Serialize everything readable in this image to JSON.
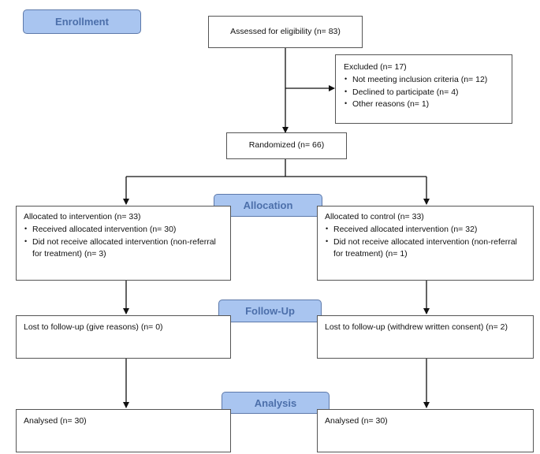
{
  "stages": {
    "enrollment": "Enrollment",
    "allocation": "Allocation",
    "follow_up": "Follow-Up",
    "analysis": "Analysis"
  },
  "assessed": "Assessed for eligibility (n= 83)",
  "excluded": {
    "title": "Excluded (n= 17)",
    "items": [
      "Not meeting inclusion criteria (n= 12)",
      "Declined to participate (n= 4)",
      "Other reasons (n= 1)"
    ]
  },
  "randomized": "Randomized (n= 66)",
  "intervention": {
    "allocated": "Allocated to intervention (n= 33)",
    "items": [
      "Received allocated intervention (n= 30)",
      "Did not receive allocated intervention (non-referral for treatment) (n= 3)"
    ],
    "follow_up": "Lost to follow-up (give reasons) (n= 0)",
    "analysed": "Analysed (n= 30)"
  },
  "control": {
    "allocated": "Allocated to control (n= 33)",
    "items": [
      "Received allocated intervention (n=  32)",
      "Did not receive allocated intervention (non-referral for treatment) (n= 1)"
    ],
    "follow_up": "Lost to follow-up (withdrew written consent) (n= 2)",
    "analysed": "Analysed (n= 30)"
  },
  "colors": {
    "stage_fill": "#a9c5f0",
    "stage_text": "#4c6faa",
    "stage_border": "#5d79aa",
    "line": "#111111"
  }
}
